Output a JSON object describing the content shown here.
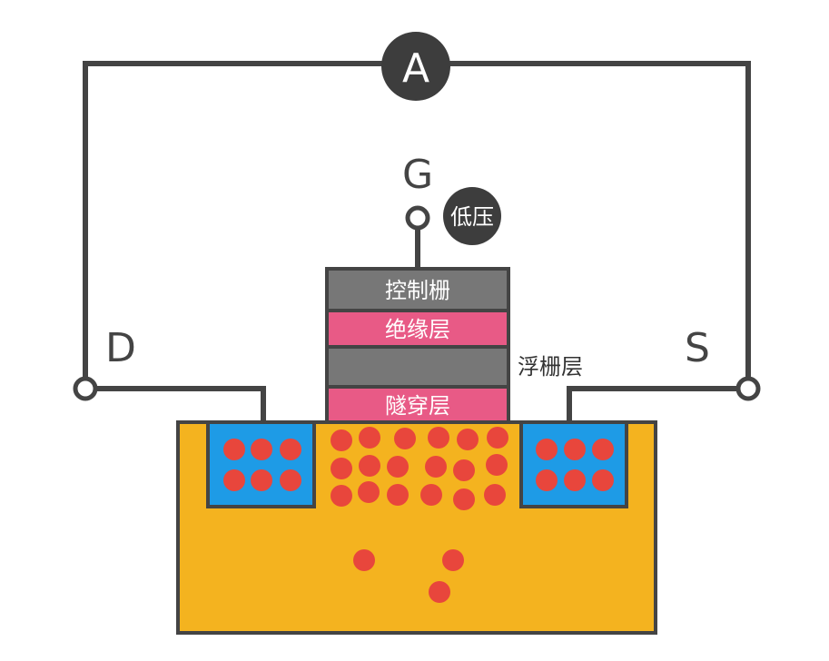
{
  "labels": {
    "ammeter": "A",
    "gate": "G",
    "drain": "D",
    "source": "S",
    "voltage_badge": "低压",
    "control_gate": "控制栅",
    "insulation_layer": "绝缘层",
    "floating_gate": "浮栅层",
    "tunnel_layer": "隧穿层"
  },
  "colors": {
    "wire": "#444444",
    "ammeter_fill": "#3d3d3d",
    "control_gate_fill": "#777777",
    "insulation_fill": "#e85a86",
    "floating_gate_fill": "#777777",
    "tunnel_fill": "#e85a86",
    "substrate_fill": "#f4b31f",
    "well_fill": "#1e9be6",
    "electron_fill": "#e8463c"
  },
  "electrons": {
    "drain_region": 6,
    "source_region": 6,
    "channel": 18,
    "substrate": 3
  }
}
